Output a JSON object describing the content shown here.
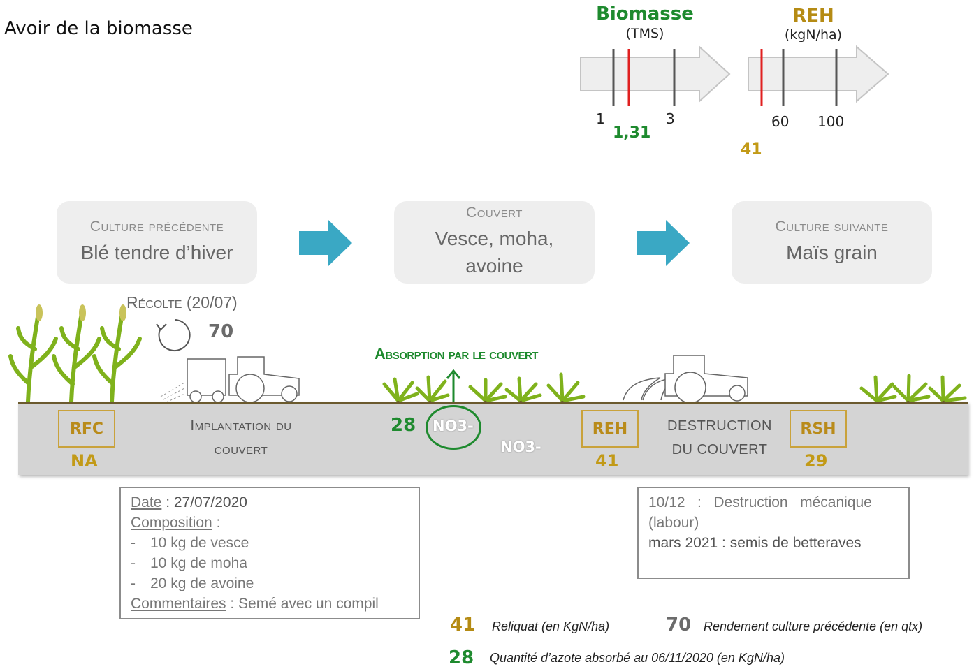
{
  "page_heading": "Avoir de la biomasse",
  "gauges": {
    "biomasse": {
      "title": "Biomasse",
      "unit": "(TMS)",
      "ticks": [
        "1",
        "3"
      ],
      "value": "1,31",
      "title_color": "#1e8a2e",
      "marker_color": "#e02020"
    },
    "reh": {
      "title": "REH",
      "unit": "(kgN/ha)",
      "ticks": [
        "60",
        "100"
      ],
      "value": "41",
      "title_color": "#b58b14",
      "marker_color": "#e02020"
    }
  },
  "stages": [
    {
      "heading": "Culture précédente",
      "value": "Blé tendre d’hiver"
    },
    {
      "heading": "Couvert",
      "value": "Vesce, moha, avoine"
    },
    {
      "heading": "Culture suivante",
      "value": "Maïs grain"
    }
  ],
  "harvest": {
    "label": "Récolte (20/07)",
    "yield": "70"
  },
  "absorption_label": "Absorption par le couvert",
  "ground": {
    "rfc": {
      "label": "RFC",
      "value": "NA"
    },
    "implantation": [
      "Implantation du",
      "couvert"
    ],
    "absorbed": "28",
    "no3_circled": "NO3-",
    "no3": "NO3-",
    "reh": {
      "label": "REH",
      "value": "41"
    },
    "destruction": [
      "DESTRUCTION",
      "DU COUVERT"
    ],
    "rsh": {
      "label": "RSH",
      "value": "29"
    }
  },
  "implantation_details": {
    "date_label": "Date",
    "date_value": " : 27/07/2020",
    "composition_label": "Composition",
    "composition_suffix": " :",
    "items": [
      "10 kg de vesce",
      "10 kg de moha",
      "20 kg de avoine"
    ],
    "comment_label": "Commentaires",
    "comment_value": " : Semé avec un compil"
  },
  "destruction_details": {
    "line1": "10/12   :   Destruction   mécanique",
    "line2": "(labour)",
    "line3": "mars 2021 : semis de betteraves"
  },
  "legend": [
    {
      "num": "41",
      "text": "Reliquat (en KgN/ha)",
      "color": "#b58b14"
    },
    {
      "num": "70",
      "text": "Rendement culture précédente (en qtx)",
      "color": "#6b6b6b"
    },
    {
      "num": "28",
      "text": "Quantité d’azote absorbé au 06/11/2020 (en KgN/ha)",
      "color": "#1e8a2e"
    }
  ],
  "colors": {
    "arrow": "#3aa8c4",
    "green": "#1e8a2e",
    "gold": "#c29a17",
    "plant": "#7fb21c"
  }
}
